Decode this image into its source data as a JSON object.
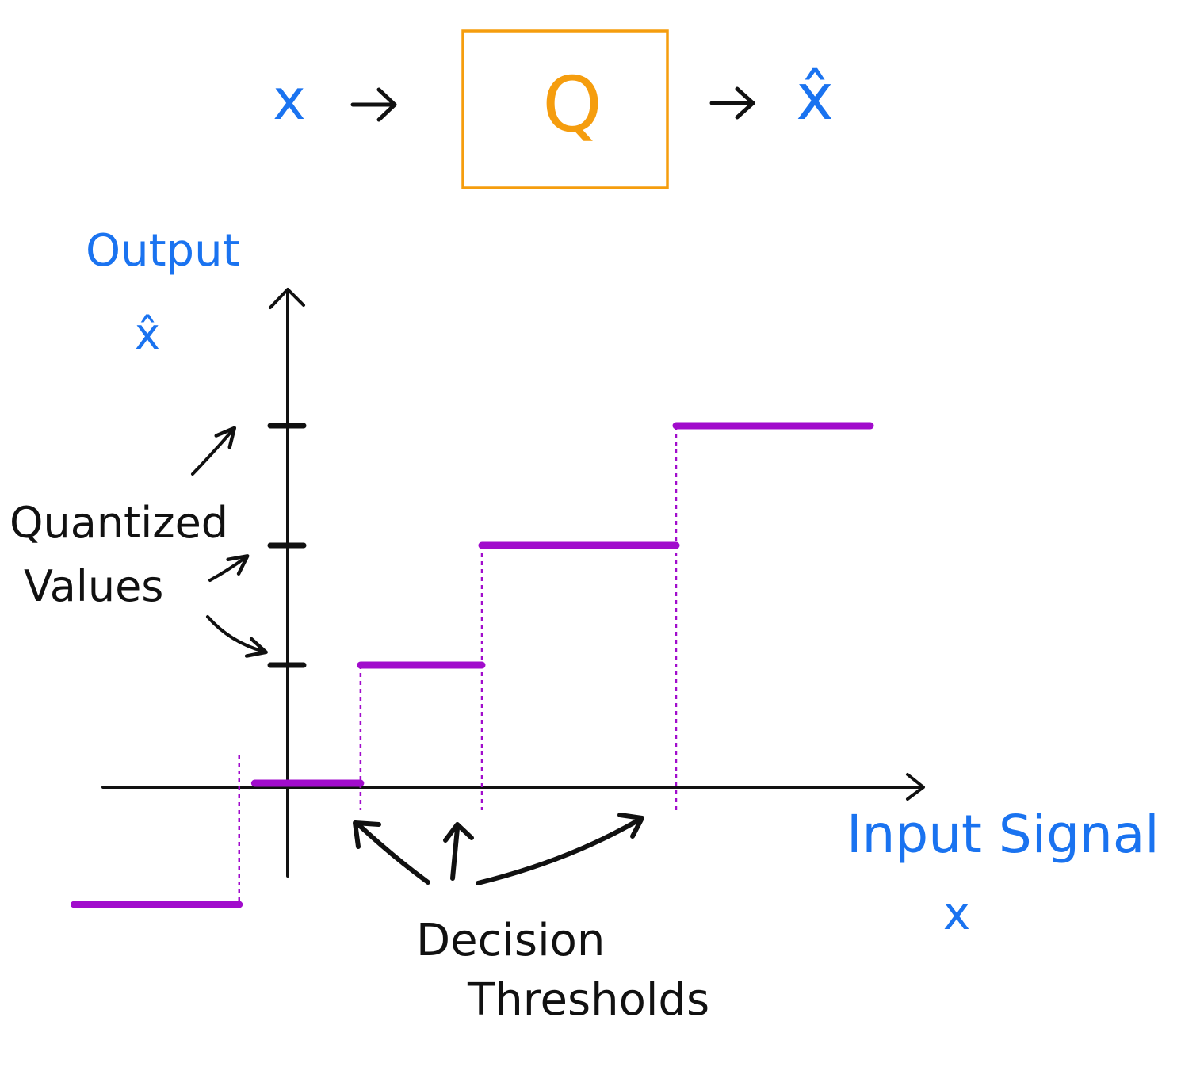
{
  "colors": {
    "blue": "#1a73f0",
    "orange": "#f59d0e",
    "purple": "#a10ccc",
    "ink": "#111111"
  },
  "block": {
    "input": "x",
    "box_label": "Q",
    "output": "x̂"
  },
  "axes": {
    "y_label": "Output",
    "y_symbol": "x̂",
    "x_label": "Input Signal",
    "x_symbol": "x"
  },
  "annotations": {
    "quantized_line1": "Quantized",
    "quantized_line2": "Values",
    "decision_line1": "Decision",
    "decision_line2": "Thresholds"
  },
  "chart_data": {
    "type": "line",
    "step_function": true,
    "quantized_levels": [
      -1,
      0,
      1,
      2,
      3
    ],
    "thresholds": [
      -0.25,
      0.375,
      1.0,
      2.0
    ],
    "segments": [
      {
        "x_start": -1.1,
        "x_end": -0.25,
        "y": -1
      },
      {
        "x_start": -0.17,
        "x_end": 0.375,
        "y": 0
      },
      {
        "x_start": 0.375,
        "x_end": 1.0,
        "y": 1
      },
      {
        "x_start": 1.0,
        "x_end": 2.0,
        "y": 2
      },
      {
        "x_start": 2.0,
        "x_end": 3.0,
        "y": 3
      }
    ]
  }
}
